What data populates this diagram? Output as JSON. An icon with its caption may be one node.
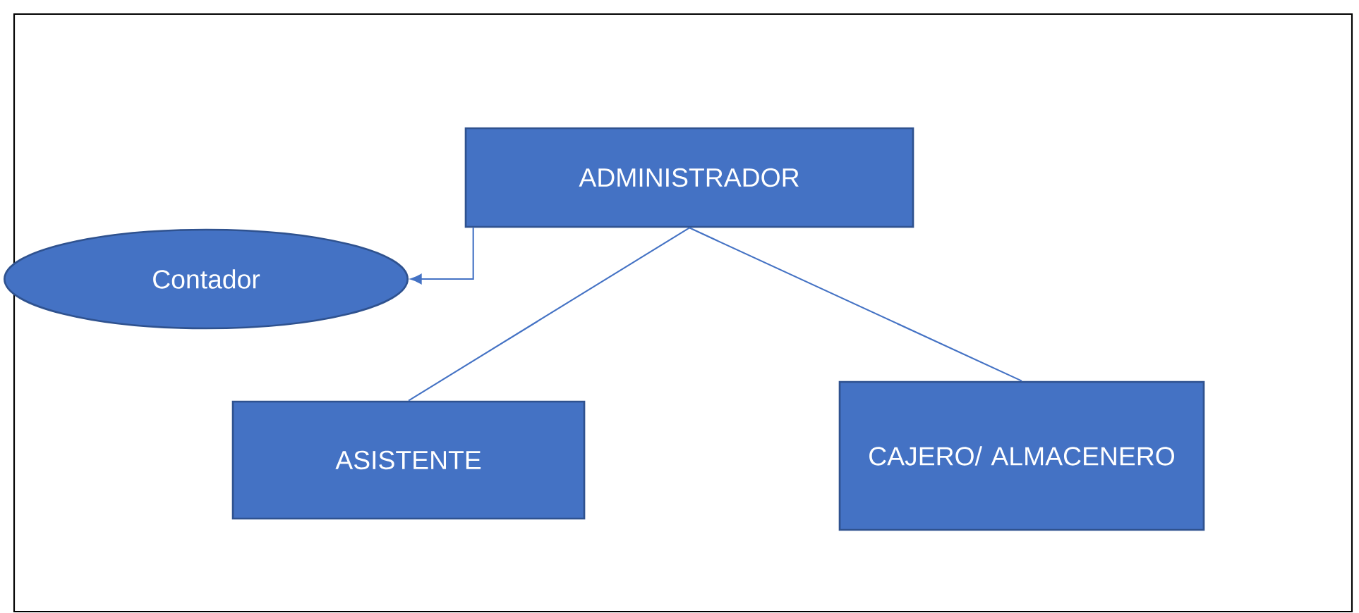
{
  "diagram": {
    "nodes": [
      {
        "text": [
          "ADMINISTRADOR"
        ]
      },
      {
        "text": [
          "Contador"
        ]
      },
      {
        "text": [
          "ASISTENTE"
        ]
      },
      {
        "text": [
          "CAJERO/ ALMACENERO"
        ]
      }
    ],
    "edges": [
      {
        "from": 0,
        "to": 1,
        "arrow": "to"
      },
      {
        "from": 0,
        "to": 2,
        "arrow": "none"
      },
      {
        "from": 0,
        "to": 3,
        "arrow": "none"
      }
    ]
  }
}
